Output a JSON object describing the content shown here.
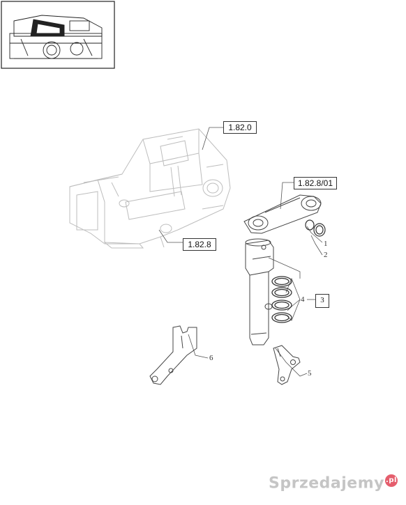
{
  "references": {
    "top": "1.82.0",
    "arm": "1.82.8/01",
    "left": "1.82.8"
  },
  "callouts": {
    "c1": "1",
    "c2": "2",
    "c3": "3",
    "c4": "4",
    "c5": "5",
    "c6": "6"
  },
  "watermark": {
    "text": "Sprzedajemy",
    "suffix": ".pl"
  },
  "colors": {
    "line": "#555555",
    "box": "#333333",
    "watermark_dot": "#dc283c"
  }
}
